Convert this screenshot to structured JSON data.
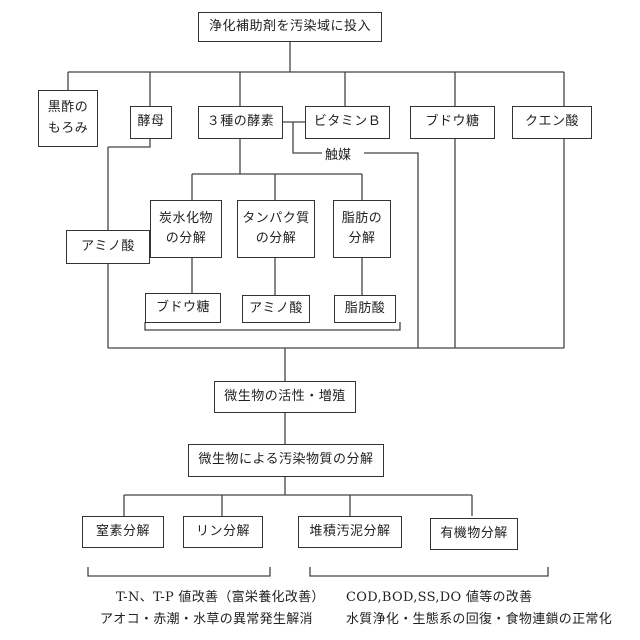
{
  "top": "浄化補助剤を汚染域に投入",
  "inputs": {
    "kurozu": "黒酢の\nもろみ",
    "koubo": "酵母",
    "kouso": "３種の酵素",
    "vitamin": "ビタミンＢ",
    "budoutou": "ブドウ糖",
    "kuensan": "クエン酸"
  },
  "catalyst": "触媒",
  "amino_left": "アミノ酸",
  "decomp": {
    "carb": "炭水化物\nの分解",
    "protein": "タンパク質\nの分解",
    "fat": "脂肪の\n分解"
  },
  "products": {
    "glucose": "ブドウ糖",
    "amino": "アミノ酸",
    "fatty": "脂肪酸"
  },
  "activity": "微生物の活性・増殖",
  "pollutant": "微生物による汚染物質の分解",
  "outputs": {
    "nitrogen": "窒素分解",
    "phosphorus": "リン分解",
    "sludge": "堆積汚泥分解",
    "organic": "有機物分解"
  },
  "footer": {
    "left1": "T-N、T-P 値改善（富栄養化改善）",
    "left2": "アオコ・赤潮・水草の異常発生解消",
    "right1": "COD,BOD,SS,DO 値等の改善",
    "right2": "水質浄化・生態系の回復・食物連鎖の正常化"
  }
}
